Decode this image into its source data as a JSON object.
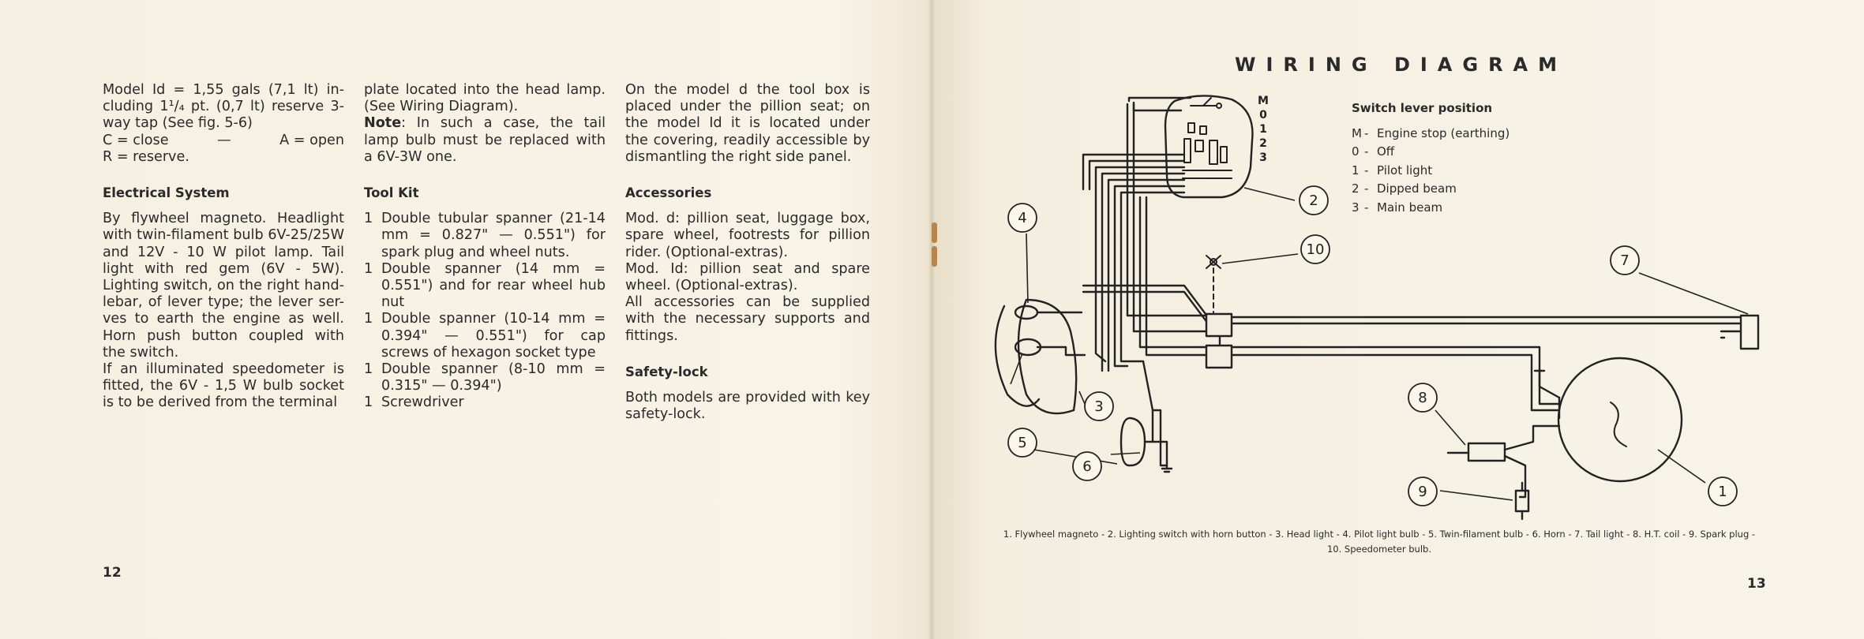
{
  "left_page": {
    "col1": {
      "intro": "Model Id = 1,55 gals (7,1 lt) in-cluding 1¹/₄ pt. (0,7 lt) reserve 3-way tap (See fig. 5-6)",
      "tap_close": "C = close",
      "tap_dash": "—",
      "tap_open": "A = open",
      "tap_reserve": "R = reserve.",
      "electrical_heading": "Electrical System",
      "electrical_text": "By flywheel magneto. Headlight with twin-filament bulb 6V-25/25W and 12V - 10 W pilot lamp. Tail light with red gem (6V - 5W). Lighting switch, on the right hand-lebar, of lever type; the lever ser-ves to earth the engine as well. Horn push button coupled with the switch.",
      "speedometer_text": "If an illuminated speedometer is fitted, the 6V - 1,5 W bulb socket is to be derived from the terminal"
    },
    "col2": {
      "cont_text": "plate located into the head lamp. (See Wiring Diagram).",
      "note_label": "Note",
      "note_text": ": In such a case, the tail lamp bulb must be replaced with a 6V-3W one.",
      "toolkit_heading": "Tool Kit",
      "toolkit_items": [
        {
          "n": "1",
          "text": "Double tubular spanner (21-14 mm = 0.827\" — 0.551\") for spark plug and wheel nuts."
        },
        {
          "n": "1",
          "text": "Double spanner (14 mm = 0.551\") and for rear wheel hub nut"
        },
        {
          "n": "1",
          "text": "Double spanner (10-14 mm = 0.394\" — 0.551\") for cap screws of hexagon socket type"
        },
        {
          "n": "1",
          "text": "Double spanner (8-10 mm = 0.315\" — 0.394\")"
        },
        {
          "n": "1",
          "text": "Screwdriver"
        }
      ]
    },
    "col3": {
      "toolbox_text": "On the model d the tool box is placed under the pillion seat; on the model Id it is located under the covering, readily accessible by dismantling the right side panel.",
      "accessories_heading": "Accessories",
      "acc_d": "Mod. d: pillion seat, luggage box, spare wheel, footrests for pillion rider. (Optional-extras).",
      "acc_id": "Mod. Id: pillion seat and spare wheel. (Optional-extras).",
      "acc_all": "All accessories can be supplied with the necessary supports and fittings.",
      "safety_heading": "Safety-lock",
      "safety_text": "Both models are provided with key safety-lock."
    },
    "page_number": "12"
  },
  "right_page": {
    "title": "WIRING DIAGRAM",
    "switch_positions_vertical": [
      "M",
      "0",
      "1",
      "2",
      "3"
    ],
    "legend_heading": "Switch lever position",
    "legend": [
      {
        "key": "M",
        "desc": "Engine stop (earthing)"
      },
      {
        "key": "0",
        "desc": "Off"
      },
      {
        "key": "1",
        "desc": "Pilot light"
      },
      {
        "key": "2",
        "desc": "Dipped beam"
      },
      {
        "key": "3",
        "desc": "Main beam"
      }
    ],
    "callouts": [
      "1",
      "2",
      "3",
      "4",
      "5",
      "6",
      "7",
      "8",
      "9",
      "10"
    ],
    "caption": "1. Flywheel magneto - 2. Lighting switch with horn button - 3. Head light - 4. Pilot light bulb - 5. Twin-filament bulb - 6. Horn - 7. Tail light - 8. H.T. coil - 9. Spark plug - 10. Speedometer bulb.",
    "page_number": "13"
  }
}
